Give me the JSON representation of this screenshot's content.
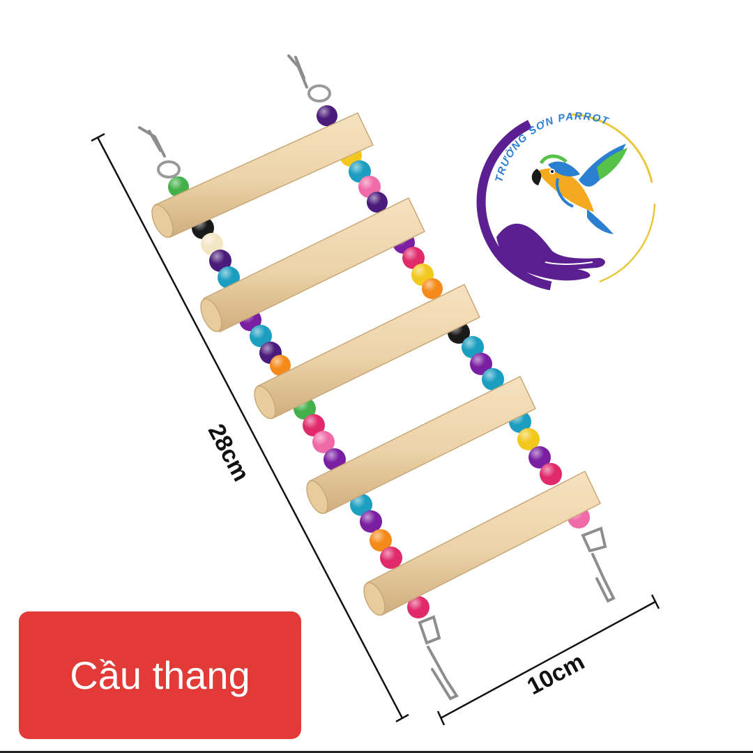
{
  "product": {
    "name_badge": "Cầu thang",
    "height_label": "28cm",
    "width_label": "10cm",
    "wood_color": "#ecd2a8",
    "bead_colors": [
      "#7a1fa2",
      "#f2c81e",
      "#1f9fc4",
      "#f06aa8",
      "#1a1a1a",
      "#f2e6c4",
      "#e02a6a",
      "#f58a1a",
      "#43b04a",
      "#4a1b7a",
      "#1c9ec0"
    ]
  },
  "badge": {
    "background": "#e23a36",
    "text_color": "#ffffff"
  },
  "logo": {
    "brand_text": "TRƯỜNG SƠN PARROT",
    "ring_color_dark": "#5b1f92",
    "ring_color_light": "#e8c83a",
    "icon": "macaw-parrot-in-hand-icon"
  }
}
